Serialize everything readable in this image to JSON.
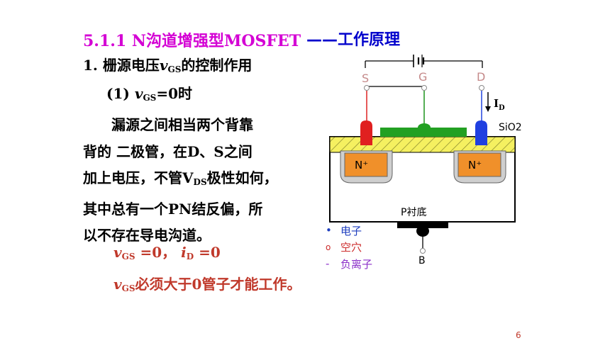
{
  "slide": {
    "title": "5.1.1 N沟道增强型MOSFET",
    "subtitle": "——工作原理",
    "heading": {
      "prefix": "1. 栅源电压",
      "var": "v",
      "sub": "GS",
      "suffix": "的控制作用"
    },
    "subheading": {
      "prefix": "(1)  ",
      "var": "v",
      "sub": "GS",
      "suffix": "=0时"
    },
    "paragraph": [
      "　　漏源之间相当两个背靠",
      "背的  二极管，在D、S之间",
      "加上电压，不管V",
      "其中总有一个PN结反偏，所",
      "以不存在导电沟道。"
    ],
    "paragraph_line3": {
      "before": "加上电压，不管V",
      "sub": "DS",
      "after": "极性如何，"
    },
    "result1": {
      "var1": "v",
      "sub1": "GS",
      "mid": " =0，  ",
      "var2": "i",
      "sub2": "D",
      "end": " =0"
    },
    "result2": {
      "var": "v",
      "sub": "GS",
      "text": "必须大于0管子才能工作。"
    },
    "page_number": "6"
  },
  "diagram": {
    "terminals": {
      "source": "S",
      "gate": "G",
      "drain": "D",
      "body": "B"
    },
    "current_label": {
      "main": "I",
      "sub": "D"
    },
    "oxide_label": "SiO2",
    "n_region_label": "N⁺",
    "substrate_label": "P衬底",
    "legend": [
      {
        "symbol": "•",
        "text": "电子",
        "color": "#1f3fbf"
      },
      {
        "symbol": "o",
        "text": "空穴",
        "color": "#cc2b2b"
      },
      {
        "symbol": "-",
        "text": "负离子",
        "color": "#8b2fc9"
      }
    ],
    "colors": {
      "source_lead": "#e03030",
      "gate_lead": "#2a9a2a",
      "drain_lead": "#3050e0",
      "oxide": "#f5f060",
      "n_region": "#f0902a",
      "terminal_label": "#c58a8a"
    }
  }
}
